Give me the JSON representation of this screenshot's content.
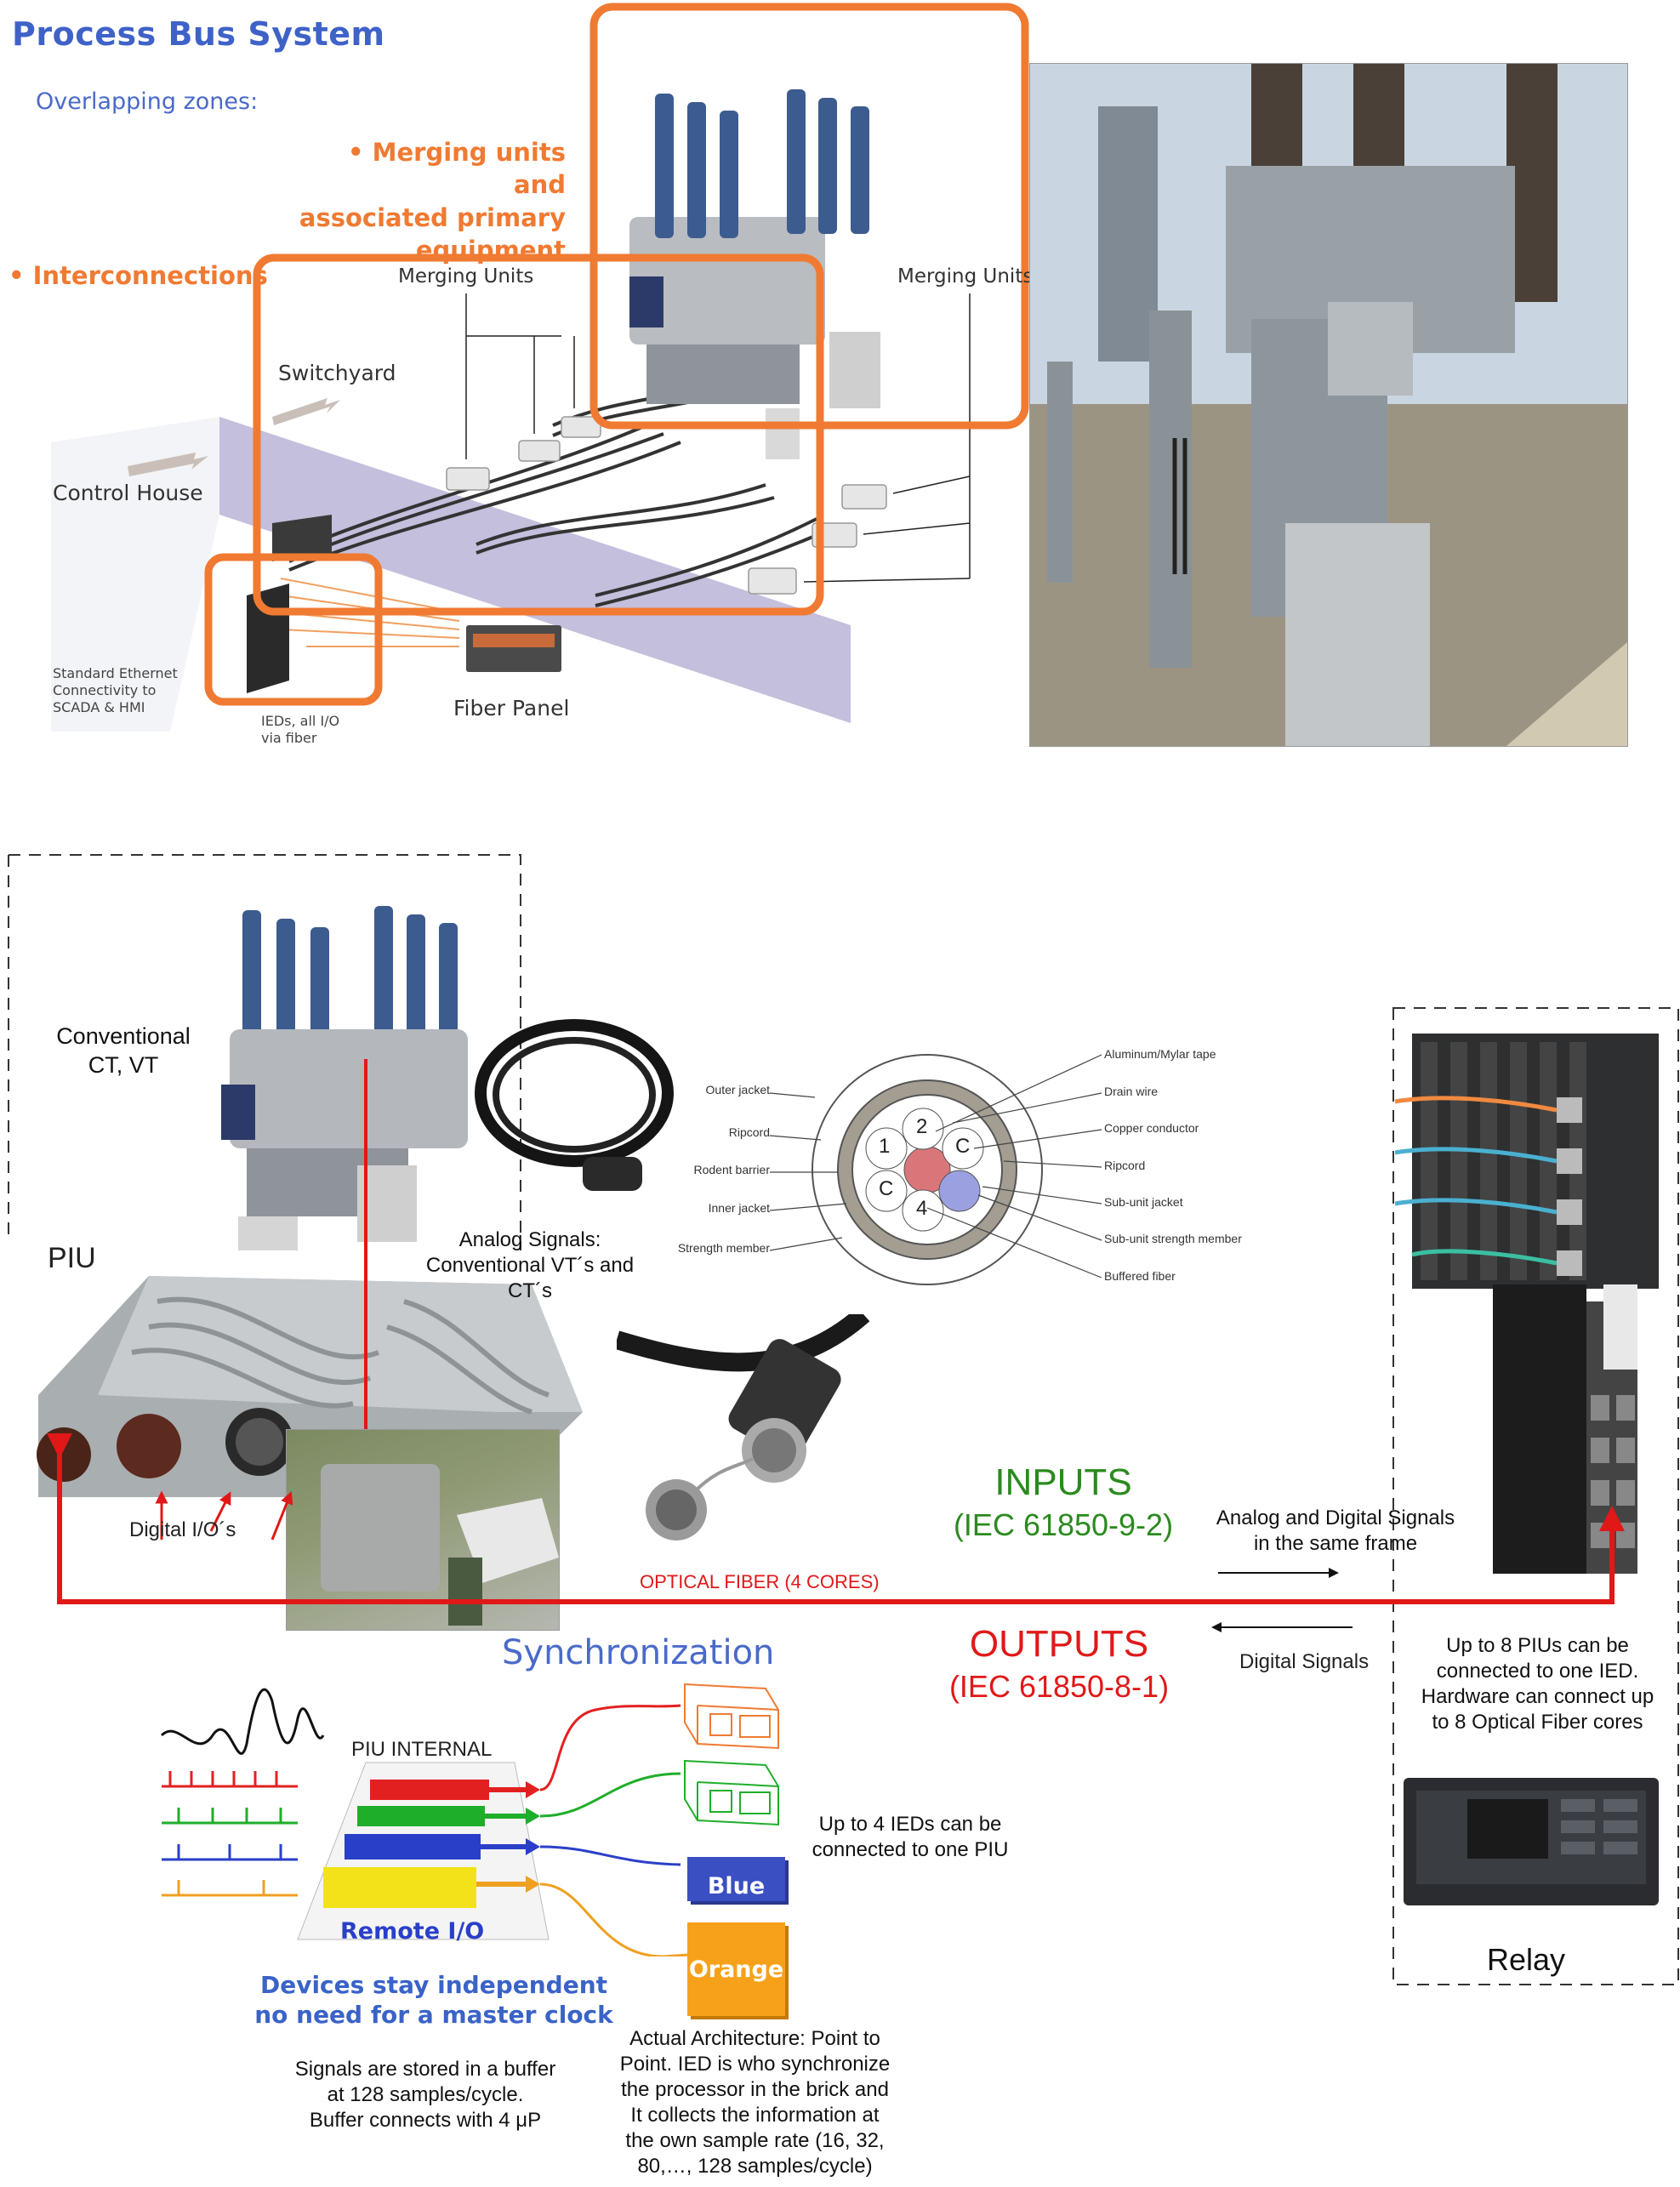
{
  "header": {
    "title": "Process Bus System",
    "subtitle": "Overlapping zones:",
    "bullet_merging": "• Merging units and associated primary equipment",
    "bullet_merging_lines": [
      "• Merging units and",
      "associated primary",
      "equipment"
    ],
    "bullet_interconnections": "• Interconnections"
  },
  "top_diagram": {
    "merging_units_left": "Merging Units",
    "merging_units_right": "Merging Units",
    "switchyard": "Switchyard",
    "control_house": "Control House",
    "ethernet_lines": [
      "Standard Ethernet",
      "Connectivity to",
      "SCADA & HMI"
    ],
    "ieds_lines": [
      "IEDs, all I/O",
      "via fiber"
    ],
    "fiber_panel": "Fiber Panel"
  },
  "bottom_diagram": {
    "conventional_lines": [
      "Conventional",
      "CT, VT"
    ],
    "piu": "PIU",
    "analog_lines": [
      "Analog Signals:",
      "Conventional VT´s and",
      "CT´s"
    ],
    "digital_io": "Digital I/O´s",
    "cable_labels": {
      "left": [
        "Outer jacket",
        "Ripcord",
        "Rodent barrier",
        "Inner jacket",
        "Strength member"
      ],
      "right": [
        "Aluminum/Mylar tape",
        "Drain wire",
        "Copper conductor",
        "Ripcord",
        "Sub-unit jacket",
        "Sub-unit strength member",
        "Buffered fiber"
      ],
      "cores": [
        "1",
        "2",
        "C",
        "C",
        "4"
      ]
    },
    "inputs": "INPUTS",
    "inputs_std": "(IEC 61850-9-2)",
    "analog_digital_lines": [
      "Analog and Digital Signals",
      "in the same frame"
    ],
    "optical_fiber": "OPTICAL FIBER (4 CORES)",
    "outputs": "OUTPUTS",
    "outputs_std": "(IEC 61850-8-1)",
    "digital_signals": "Digital Signals",
    "synchronization": "Synchronization",
    "up_to_8_lines": [
      "Up to 8 PIUs can be",
      "connected to one IED.",
      "Hardware can connect up",
      "to 8 Optical Fiber cores"
    ],
    "piu_internal": "PIU INTERNAL",
    "remote_io": "Remote I/O",
    "up_to_4_lines": [
      "Up to 4 IEDs can be",
      "connected to one PIU"
    ],
    "blue": "Blue",
    "orange": "Orange",
    "relay": "Relay",
    "devices_lines": [
      "Devices stay independent",
      "no need for a master clock"
    ],
    "buffer_lines": [
      "Signals are stored in a buffer",
      "at 128 samples/cycle.",
      "Buffer connects with 4 μP"
    ],
    "arch_lines": [
      "Actual Architecture: Point to",
      "Point. IED is who synchronize",
      "the processor in the brick and",
      "It collects the information at",
      "the own sample rate (16, 32,",
      "80,…, 128 samples/cycle)"
    ]
  },
  "colors": {
    "orange_highlight": "#f07a32",
    "title_blue": "#3f62c8",
    "signal_red": "#e01818",
    "inputs_green": "#2b8a1e",
    "wave_red": "#e32020",
    "wave_green": "#1fae2a",
    "wave_blue": "#2a3fc8",
    "wave_orange": "#f0a020"
  }
}
